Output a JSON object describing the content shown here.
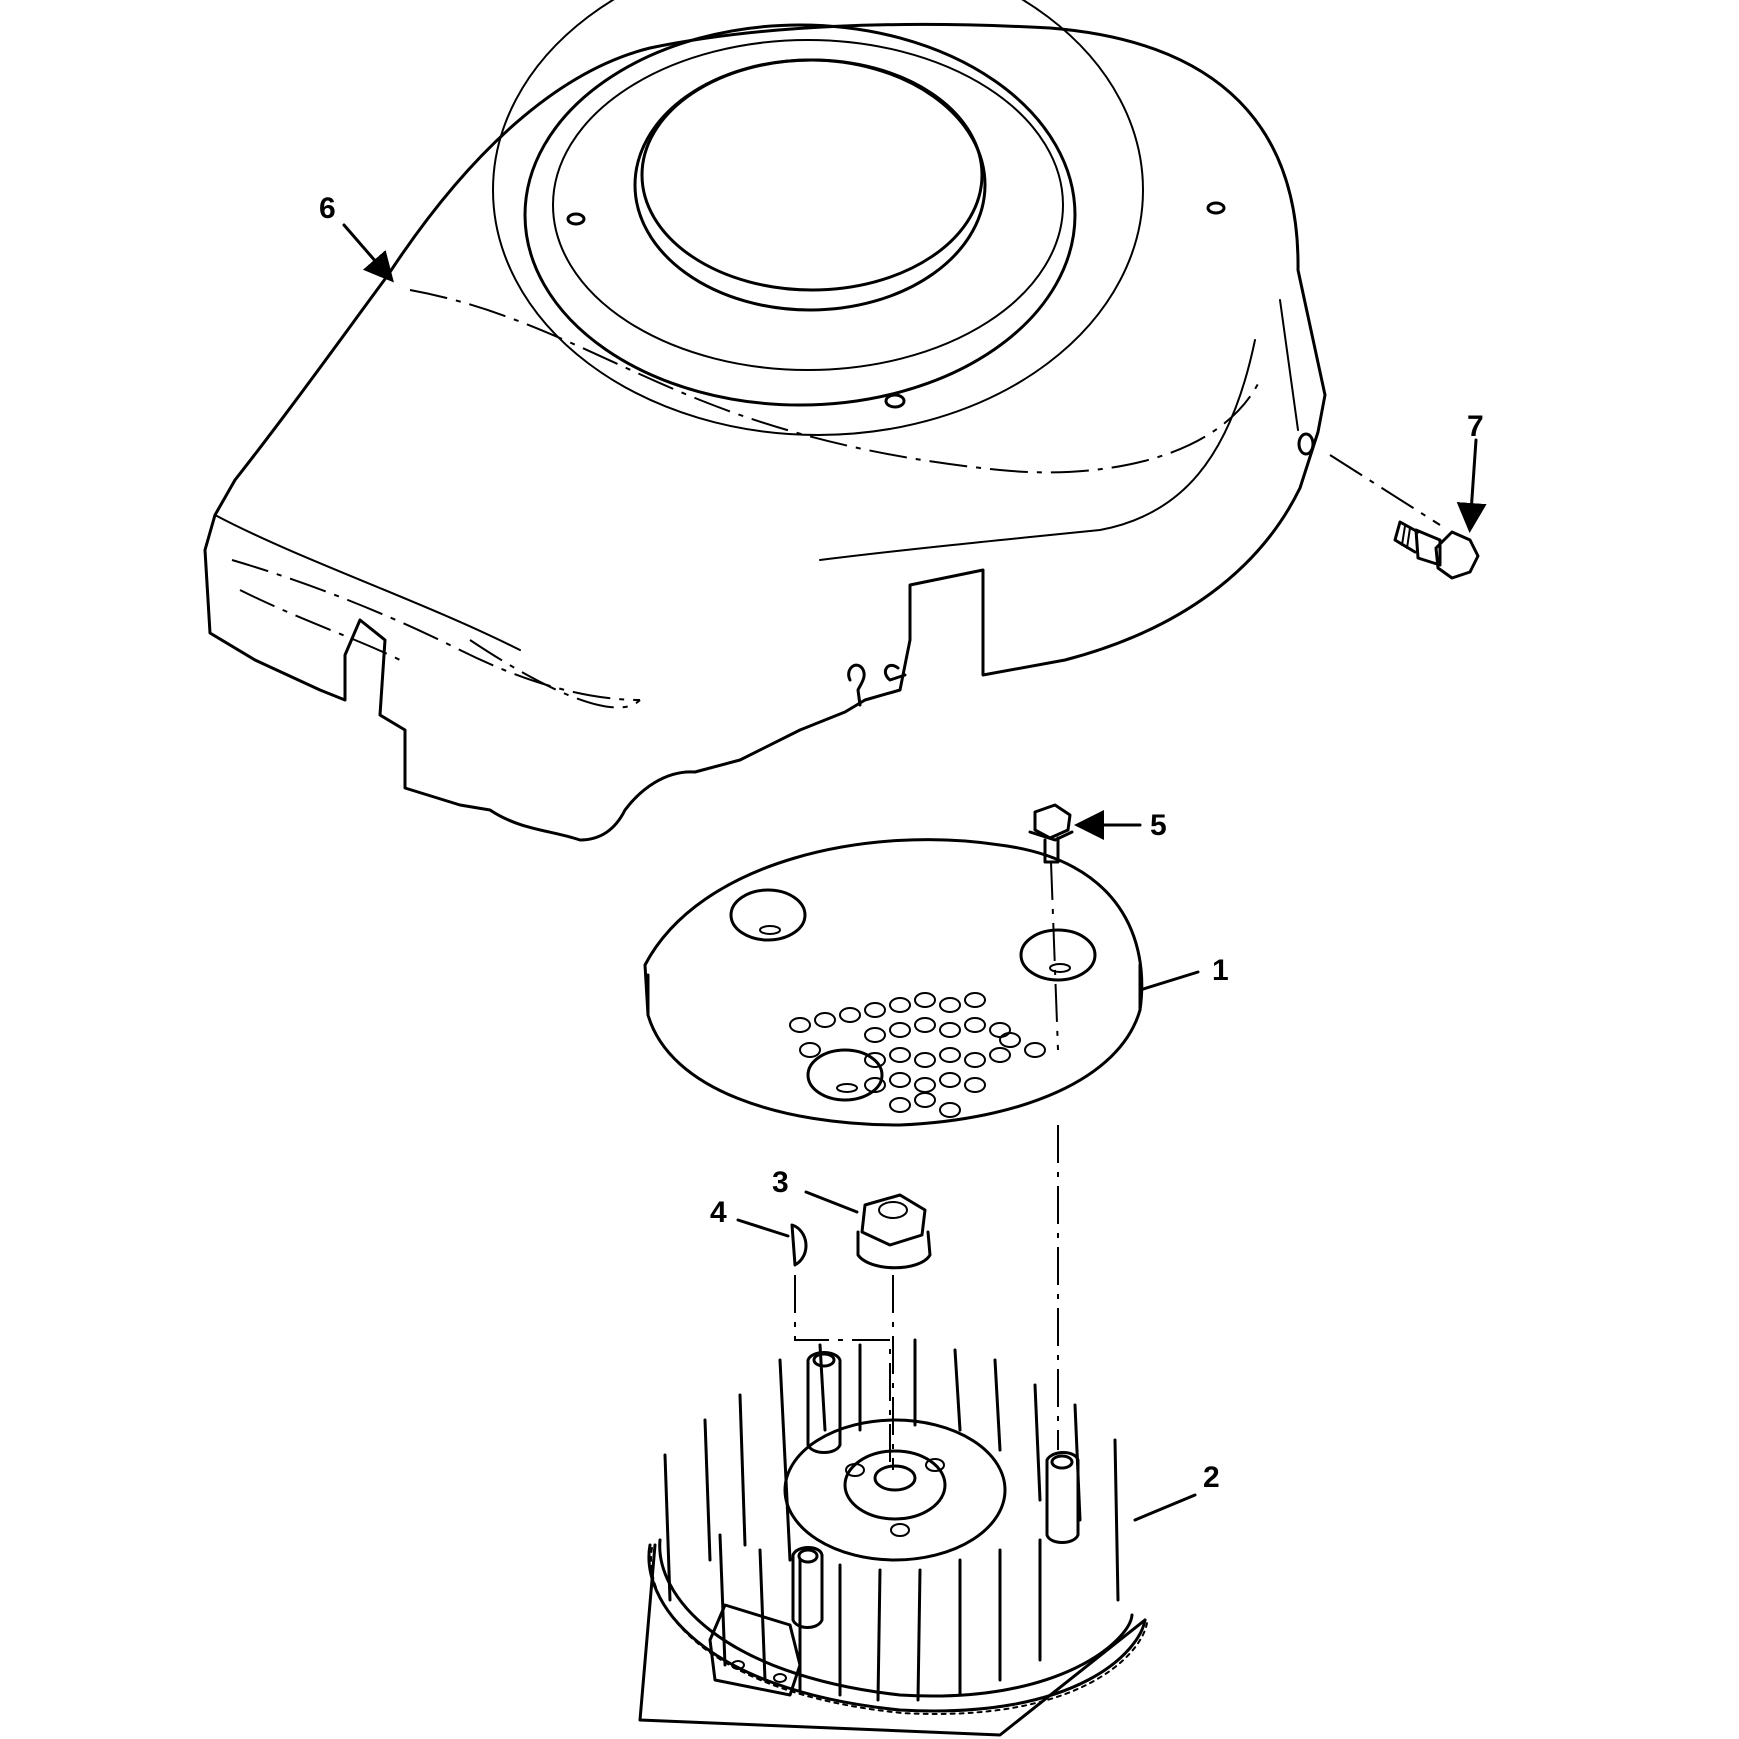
{
  "diagram": {
    "callouts": [
      {
        "id": "1",
        "label": "1",
        "part": "fan-cover-plate"
      },
      {
        "id": "2",
        "label": "2",
        "part": "flywheel"
      },
      {
        "id": "3",
        "label": "3",
        "part": "flywheel-nut"
      },
      {
        "id": "4",
        "label": "4",
        "part": "woodruff-key"
      },
      {
        "id": "5",
        "label": "5",
        "part": "screw"
      },
      {
        "id": "6",
        "label": "6",
        "part": "blower-housing"
      },
      {
        "id": "7",
        "label": "7",
        "part": "bolt"
      }
    ]
  }
}
